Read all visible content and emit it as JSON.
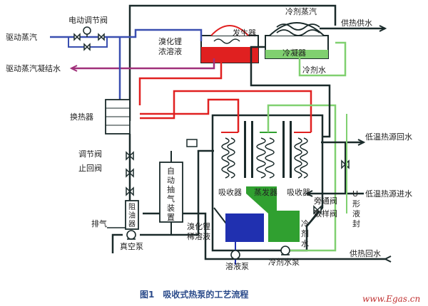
{
  "labels": {
    "electric_valve": "电动调节阀",
    "drive_steam": "驱动蒸汽",
    "drive_condensate": "驱动蒸汽凝结水",
    "heat_exchanger": "换热器",
    "regulating_valve": "调节阀",
    "check_valve": "止回阀",
    "exhaust": "排气",
    "vacuum_pump": "真空泵",
    "oil_trap": [
      "阻",
      "油",
      "器"
    ],
    "auto_purge": [
      "自",
      "动",
      "抽",
      "气",
      "装",
      "置"
    ],
    "strong_solution": [
      "溴化锂",
      "浓溶液"
    ],
    "generator": "发生器",
    "refrigerant_vapor": "冷剂蒸汽",
    "heating_supply": "供热供水",
    "condenser": "冷凝器",
    "cooling_water": "冷剂水",
    "absorber_left": "吸收器",
    "evaporator": "蒸发器",
    "absorber_right": "吸收器",
    "low_temp_return": "低温热源回水",
    "low_temp_inlet": "低温热源进水",
    "bypass_valve": "旁通阀",
    "sampling_valve": "取样阀",
    "u_seal": [
      "U",
      "形",
      "液",
      "封"
    ],
    "weak_solution": [
      "溴化锂",
      "稀溶液"
    ],
    "refrigerant_water_v": [
      "冷",
      "剂",
      "水"
    ],
    "solution_pump": "溶液泵",
    "refrigerant_pump": "冷剂水泵",
    "heating_return": "供热回水",
    "caption": "图1　吸收式热泵的工艺流程",
    "watermark": "www.Egas.cn"
  },
  "colors": {
    "steam": "#3a4fb0",
    "condensate": "#a0307a",
    "strong_solution": "#e02020",
    "weak_solution": "#2030b0",
    "refrigerant": "#30a030",
    "light_green": "#80d070",
    "piping": "#1a2a2a"
  }
}
